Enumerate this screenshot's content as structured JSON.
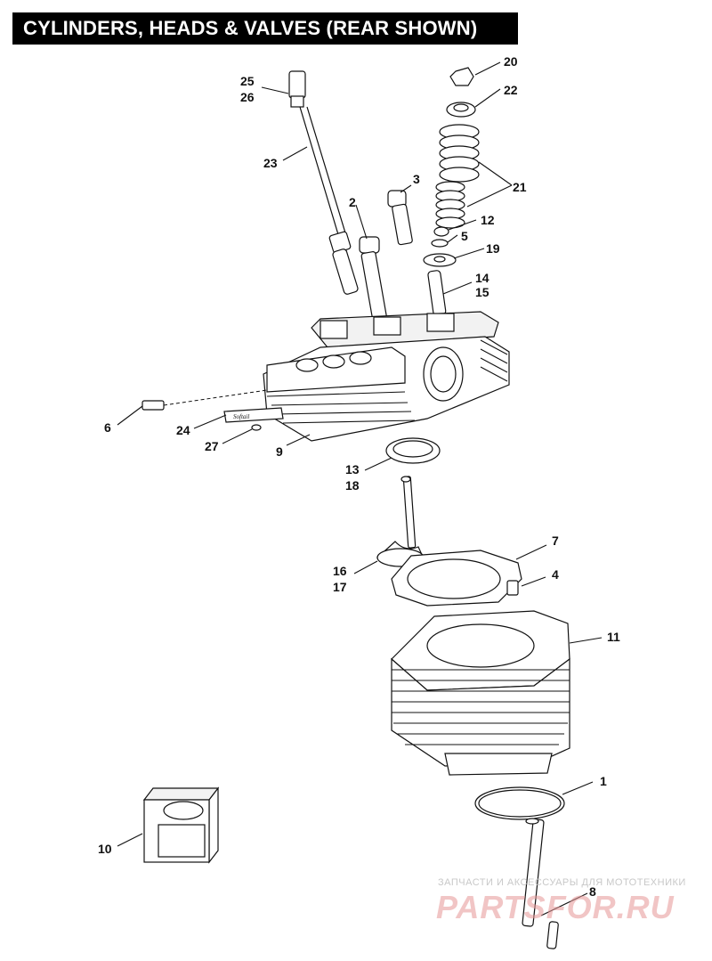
{
  "title": "CYLINDERS, HEADS & VALVES (REAR SHOWN)",
  "callouts": {
    "c1": "1",
    "c2": "2",
    "c3": "3",
    "c4": "4",
    "c5": "5",
    "c6": "6",
    "c7": "7",
    "c8": "8",
    "c9": "9",
    "c10": "10",
    "c11": "11",
    "c12": "12",
    "c13": "13",
    "c14": "14",
    "c15": "15",
    "c16": "16",
    "c17": "17",
    "c18": "18",
    "c19": "19",
    "c20": "20",
    "c21": "21",
    "c22": "22",
    "c23": "23",
    "c24": "24",
    "c25": "25",
    "c26": "26",
    "c27": "27"
  },
  "watermark": {
    "tagline": "ЗАПЧАСТИ И АКСЕССУАРЫ ДЛЯ МОТОТЕХНИКИ",
    "logo": "PARTSFOR.RU"
  }
}
